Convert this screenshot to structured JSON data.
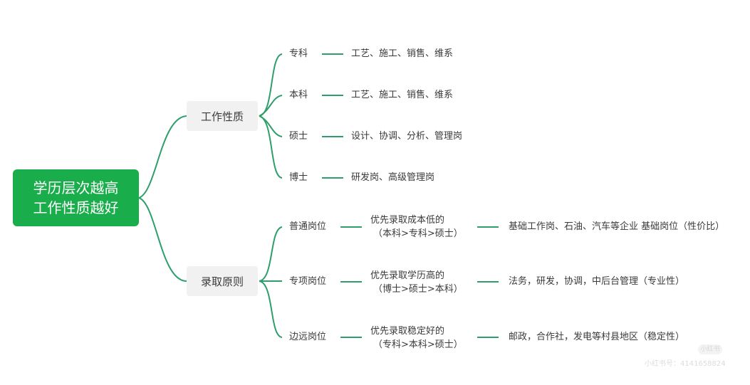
{
  "mindmap": {
    "root": {
      "line1": "学历层次越高",
      "line2": "工作性质越好",
      "color": "#1aad4b"
    },
    "branches": [
      {
        "label": "工作性质",
        "children": [
          {
            "label": "专科",
            "leaf": "工艺、施工、销售、维系"
          },
          {
            "label": "本科",
            "leaf": "工艺、施工、销售、维系"
          },
          {
            "label": "硕士",
            "leaf": "设计、协调、分析、管理岗"
          },
          {
            "label": "博士",
            "leaf": "研发岗、高级管理岗"
          }
        ]
      },
      {
        "label": "录取原则",
        "children": [
          {
            "label": "普通岗位",
            "mid_line1": "优先录取成本低的",
            "mid_line2": "（本科>专科>硕士）",
            "leaf": "基础工作岗、石油、汽车等企业 基础岗位（性价比）"
          },
          {
            "label": "专项岗位",
            "mid_line1": "优先录取学历高的",
            "mid_line2": "（博士>硕士>本科）",
            "leaf": "法务，研发，协调，中后台管理（专业性）"
          },
          {
            "label": "边远岗位",
            "mid_line1": "优先录取稳定好的",
            "mid_line2": "（专科>本科>硕士）",
            "leaf": "邮政，合作社，发电等村县地区（稳定性）"
          }
        ]
      }
    ],
    "line_color": "#2e9e6a",
    "branch_bg": "#f1f1f1"
  },
  "watermark": {
    "badge": "小红书",
    "id_text": "小红书号：4141658824"
  }
}
